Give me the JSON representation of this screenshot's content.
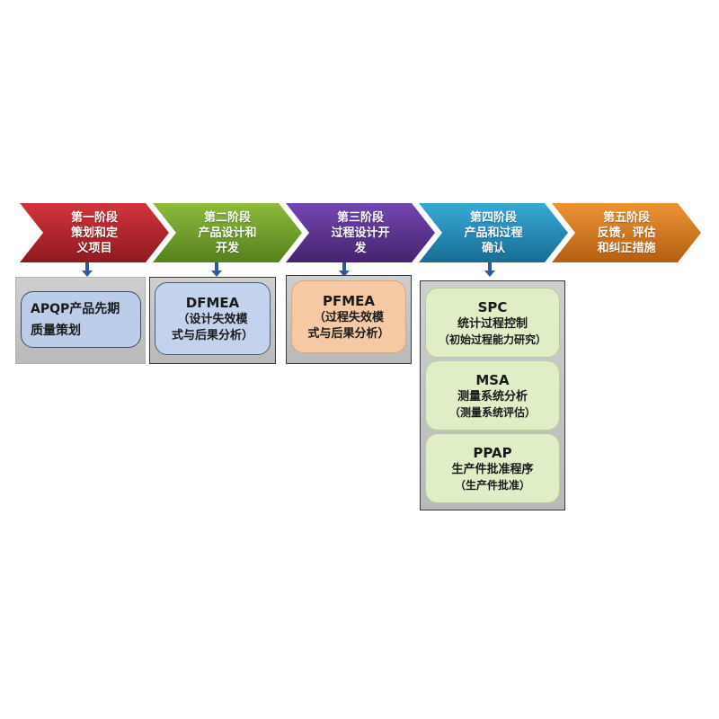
{
  "phases": [
    {
      "lines": [
        "第一阶段",
        "策划和定",
        "义项目"
      ],
      "color": "#b3222c"
    },
    {
      "lines": [
        "第二阶段",
        "产品设计和",
        "开发"
      ],
      "color": "#6f9a2a"
    },
    {
      "lines": [
        "第三阶段",
        "过程设计开",
        "发"
      ],
      "color": "#5a3391"
    },
    {
      "lines": [
        "第四阶段",
        "产品和过程",
        "确认"
      ],
      "color": "#1f8ab8"
    },
    {
      "lines": [
        "第五阶段",
        "反馈，评估",
        "和纠正措施"
      ],
      "color": "#d9781d"
    }
  ],
  "boxes": {
    "apqp": {
      "lines": [
        "APQP产品先期",
        "质量策划"
      ],
      "color": "#bccde9"
    },
    "dfmea": {
      "title": "DFMEA",
      "lines": [
        "（设计失效模",
        "式与后果分析）"
      ],
      "color": "#c3d3ee"
    },
    "pfmea": {
      "title": "PFMEA",
      "lines": [
        "（过程失效模",
        "式与后果分析）"
      ],
      "color": "#f5c9a3"
    },
    "spc": {
      "title": "SPC",
      "line": "统计过程控制",
      "sub": "（初始过程能力研究）",
      "color": "#dfeec6"
    },
    "msa": {
      "title": "MSA",
      "line": "测量系统分析",
      "sub": "（测量系统评估）",
      "color": "#dfeec6"
    },
    "ppap": {
      "title": "PPAP",
      "line": "生产件批准程序",
      "sub": "（生产件批准）",
      "color": "#dfeec6"
    }
  }
}
